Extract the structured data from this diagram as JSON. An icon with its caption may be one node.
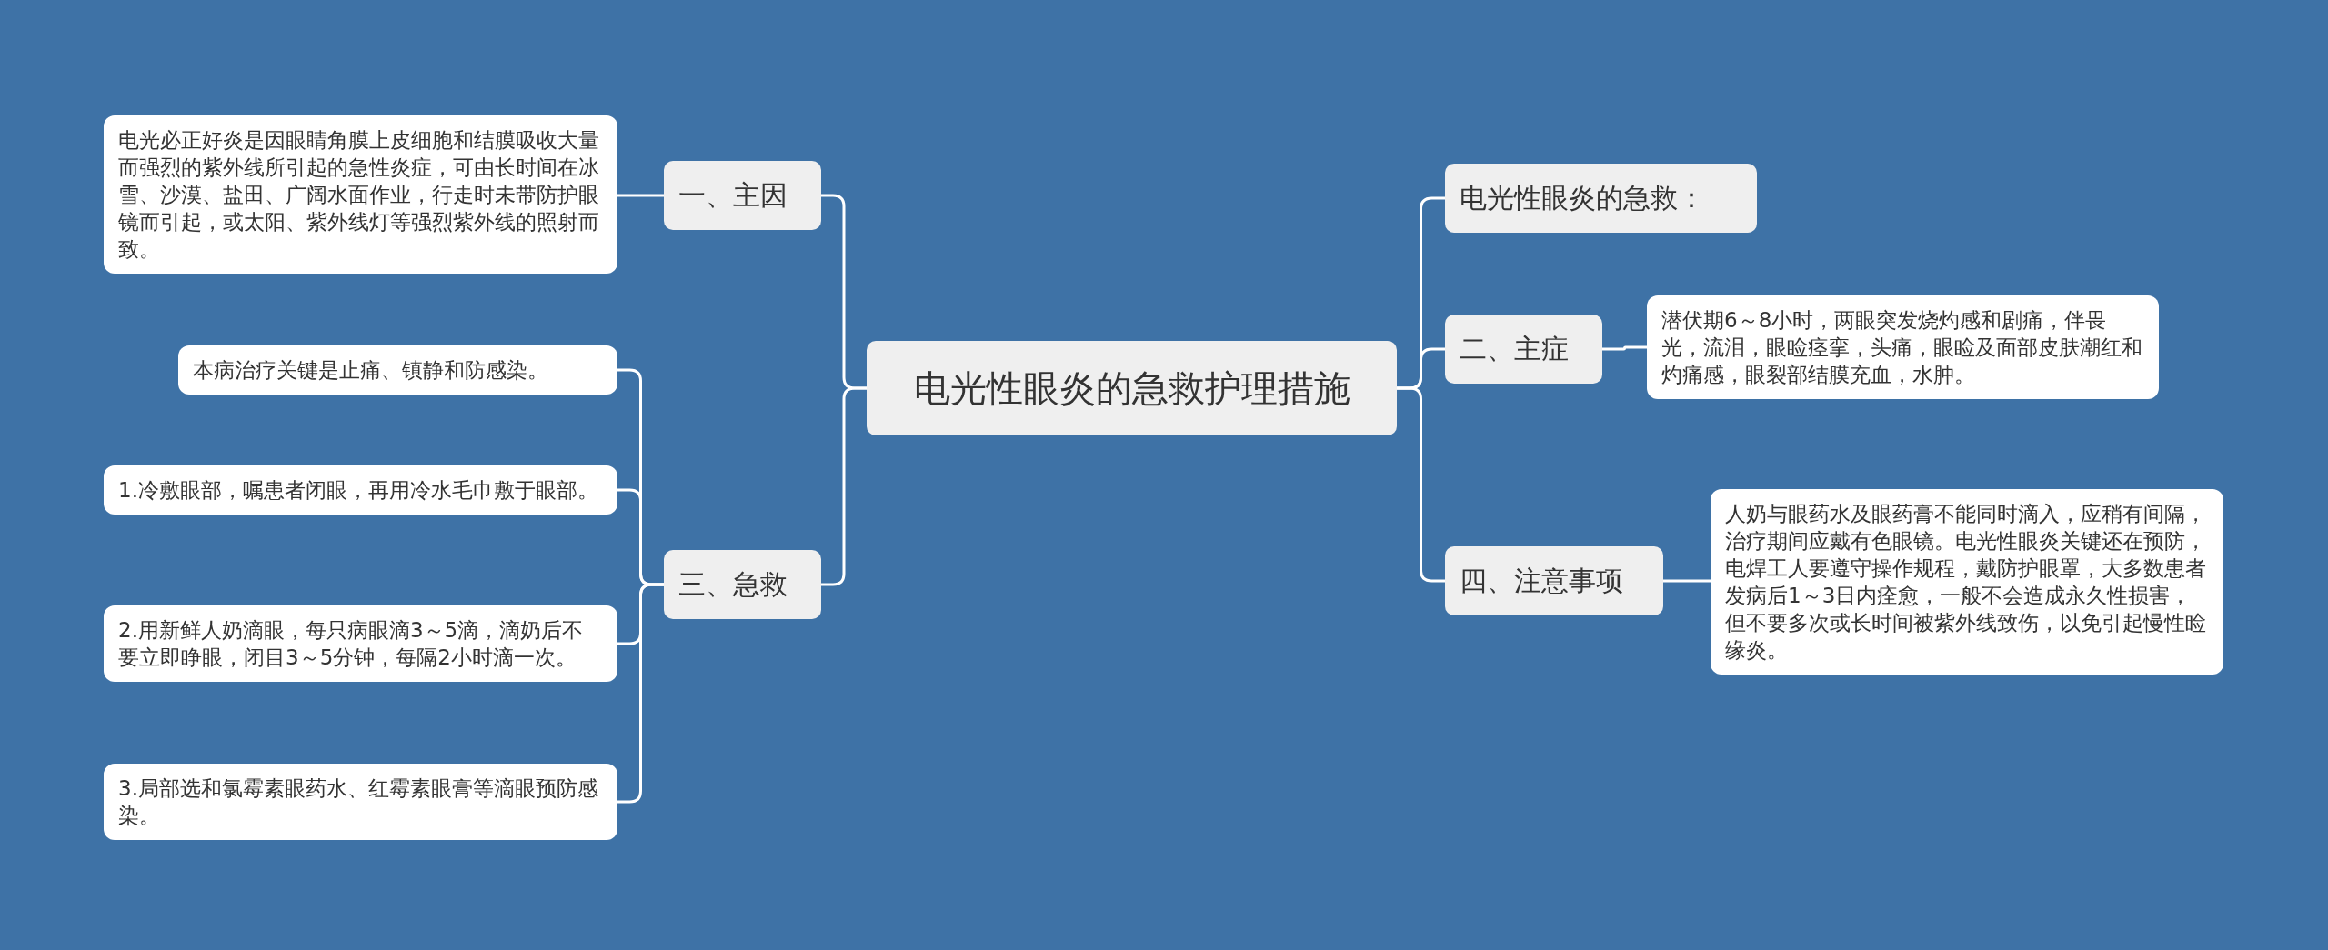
{
  "diagram": {
    "nodes": [
      {
        "text": [
          "电光性眼炎的急救护理措施"
        ]
      },
      {
        "text": [
          "一、主因"
        ]
      },
      {
        "text": [
          "电光必正好炎是因眼睛角膜上皮细胞和结膜吸收大量而强烈的紫外线所引起的急性炎症，可由长时间在冰雪、沙漠、盐田、广阔水面作业，行走时未带防护眼镜而引起，或太阳、紫外线灯等强烈紫外线的照射而致。"
        ]
      },
      {
        "text": [
          "三、急救"
        ]
      },
      {
        "text": [
          "本病治疗关键是止痛、镇静和防感染。"
        ]
      },
      {
        "text": [
          "1.冷敷眼部，嘱患者闭眼，再用冷水毛巾敷于眼部。"
        ]
      },
      {
        "text": [
          "2.用新鲜人奶滴眼，每只病眼滴3～5滴，滴奶后不要立即睁眼，闭目3～5分钟，每隔2小时滴一次。"
        ]
      },
      {
        "text": [
          "3.局部选和氯霉素眼药水、红霉素眼膏等滴眼预防感染。"
        ]
      },
      {
        "text": [
          "电光性眼炎的急救："
        ]
      },
      {
        "text": [
          "二、主症"
        ]
      },
      {
        "text": [
          "潜伏期6～8小时，两眼突发烧灼感和剧痛，伴畏光，流泪，眼睑痉挛，头痛，眼睑及面部皮肤潮红和灼痛感，眼裂部结膜充血，水肿。"
        ]
      },
      {
        "text": [
          "四、注意事项"
        ]
      },
      {
        "text": [
          "人奶与眼药水及眼药膏不能同时滴入，应稍有间隔，治疗期间应戴有色眼镜。电光性眼炎关键还在预防，电焊工人要遵守操作规程，戴防护眼罩，大多数患者发病后1～3日内痊愈，一般不会造成永久性损害，但不要多次或长时间被紫外线致伤，以免引起慢性睑缘炎。"
        ]
      }
    ],
    "edges": [
      {
        "from": 0,
        "to": 1,
        "arrow": "none"
      },
      {
        "from": 1,
        "to": 2,
        "arrow": "none"
      },
      {
        "from": 0,
        "to": 3,
        "arrow": "none"
      },
      {
        "from": 3,
        "to": 4,
        "arrow": "none"
      },
      {
        "from": 3,
        "to": 5,
        "arrow": "none"
      },
      {
        "from": 3,
        "to": 6,
        "arrow": "none"
      },
      {
        "from": 3,
        "to": 7,
        "arrow": "none"
      },
      {
        "from": 0,
        "to": 8,
        "arrow": "none"
      },
      {
        "from": 0,
        "to": 9,
        "arrow": "none"
      },
      {
        "from": 9,
        "to": 10,
        "arrow": "none"
      },
      {
        "from": 0,
        "to": 11,
        "arrow": "none"
      },
      {
        "from": 11,
        "to": 12,
        "arrow": "none"
      }
    ]
  }
}
